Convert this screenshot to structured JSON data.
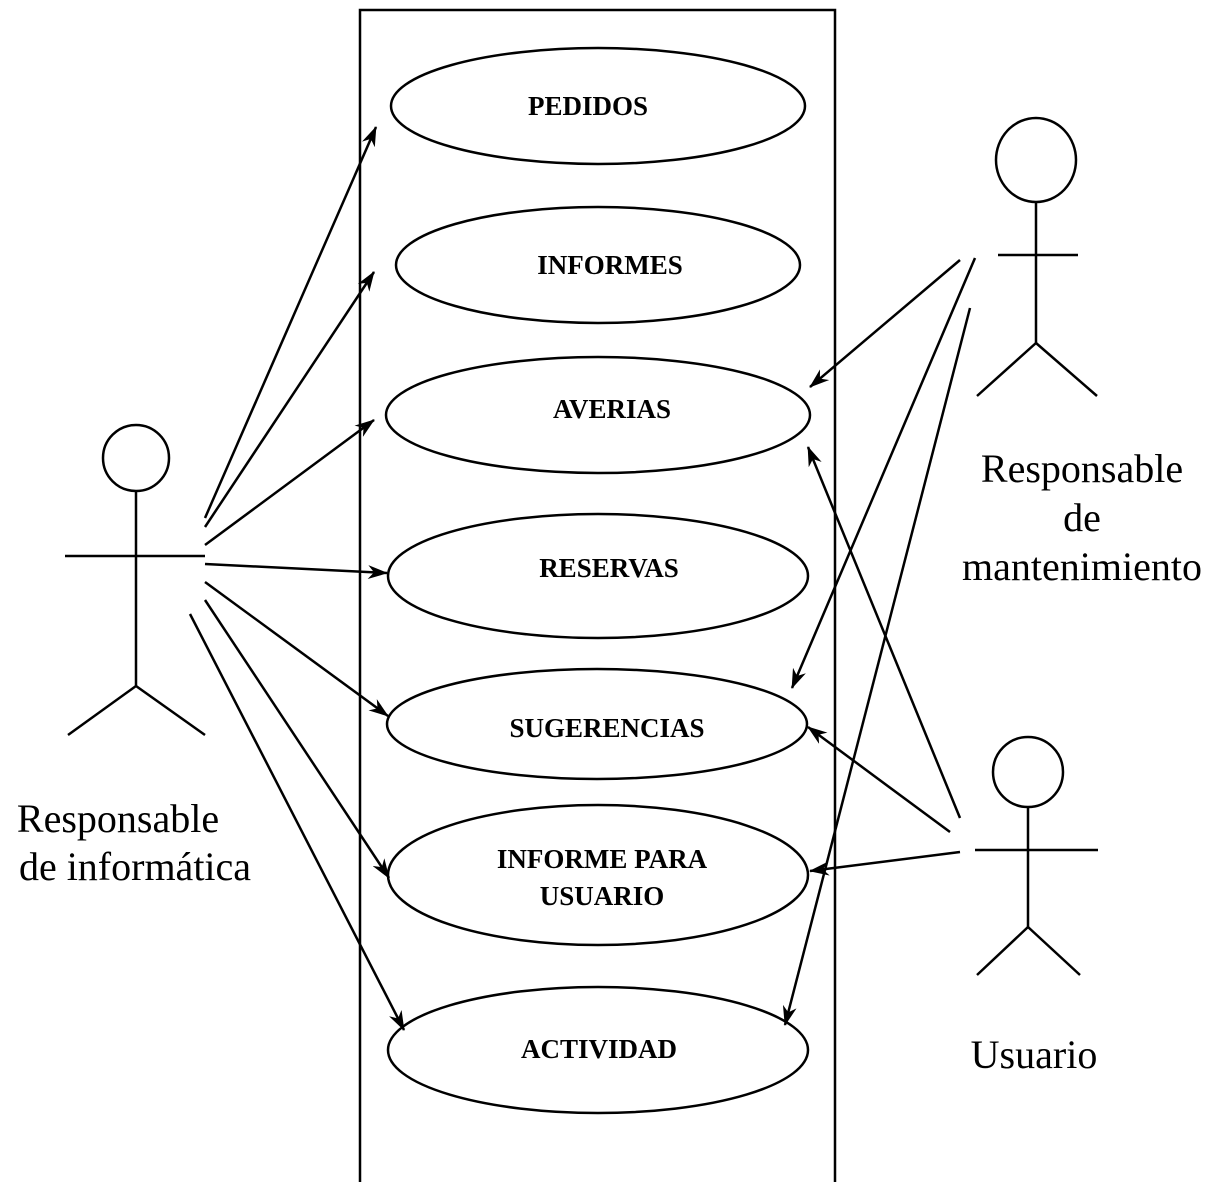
{
  "use_cases": [
    {
      "id": "pedidos",
      "lines": [
        "PEDIDOS"
      ]
    },
    {
      "id": "informes",
      "lines": [
        "INFORMES"
      ]
    },
    {
      "id": "averias",
      "lines": [
        "AVERIAS"
      ]
    },
    {
      "id": "reservas",
      "lines": [
        "RESERVAS"
      ]
    },
    {
      "id": "sugerencias",
      "lines": [
        "SUGERENCIAS"
      ]
    },
    {
      "id": "informe-usuario",
      "lines": [
        "INFORME PARA",
        "USUARIO"
      ]
    },
    {
      "id": "actividad",
      "lines": [
        "ACTIVIDAD"
      ]
    }
  ],
  "actors": {
    "informatica": {
      "lines": [
        "Responsable",
        "de informática"
      ]
    },
    "mantenimiento": {
      "lines": [
        "Responsable",
        "de",
        "mantenimiento"
      ]
    },
    "usuario": {
      "lines": [
        "Usuario"
      ]
    }
  }
}
